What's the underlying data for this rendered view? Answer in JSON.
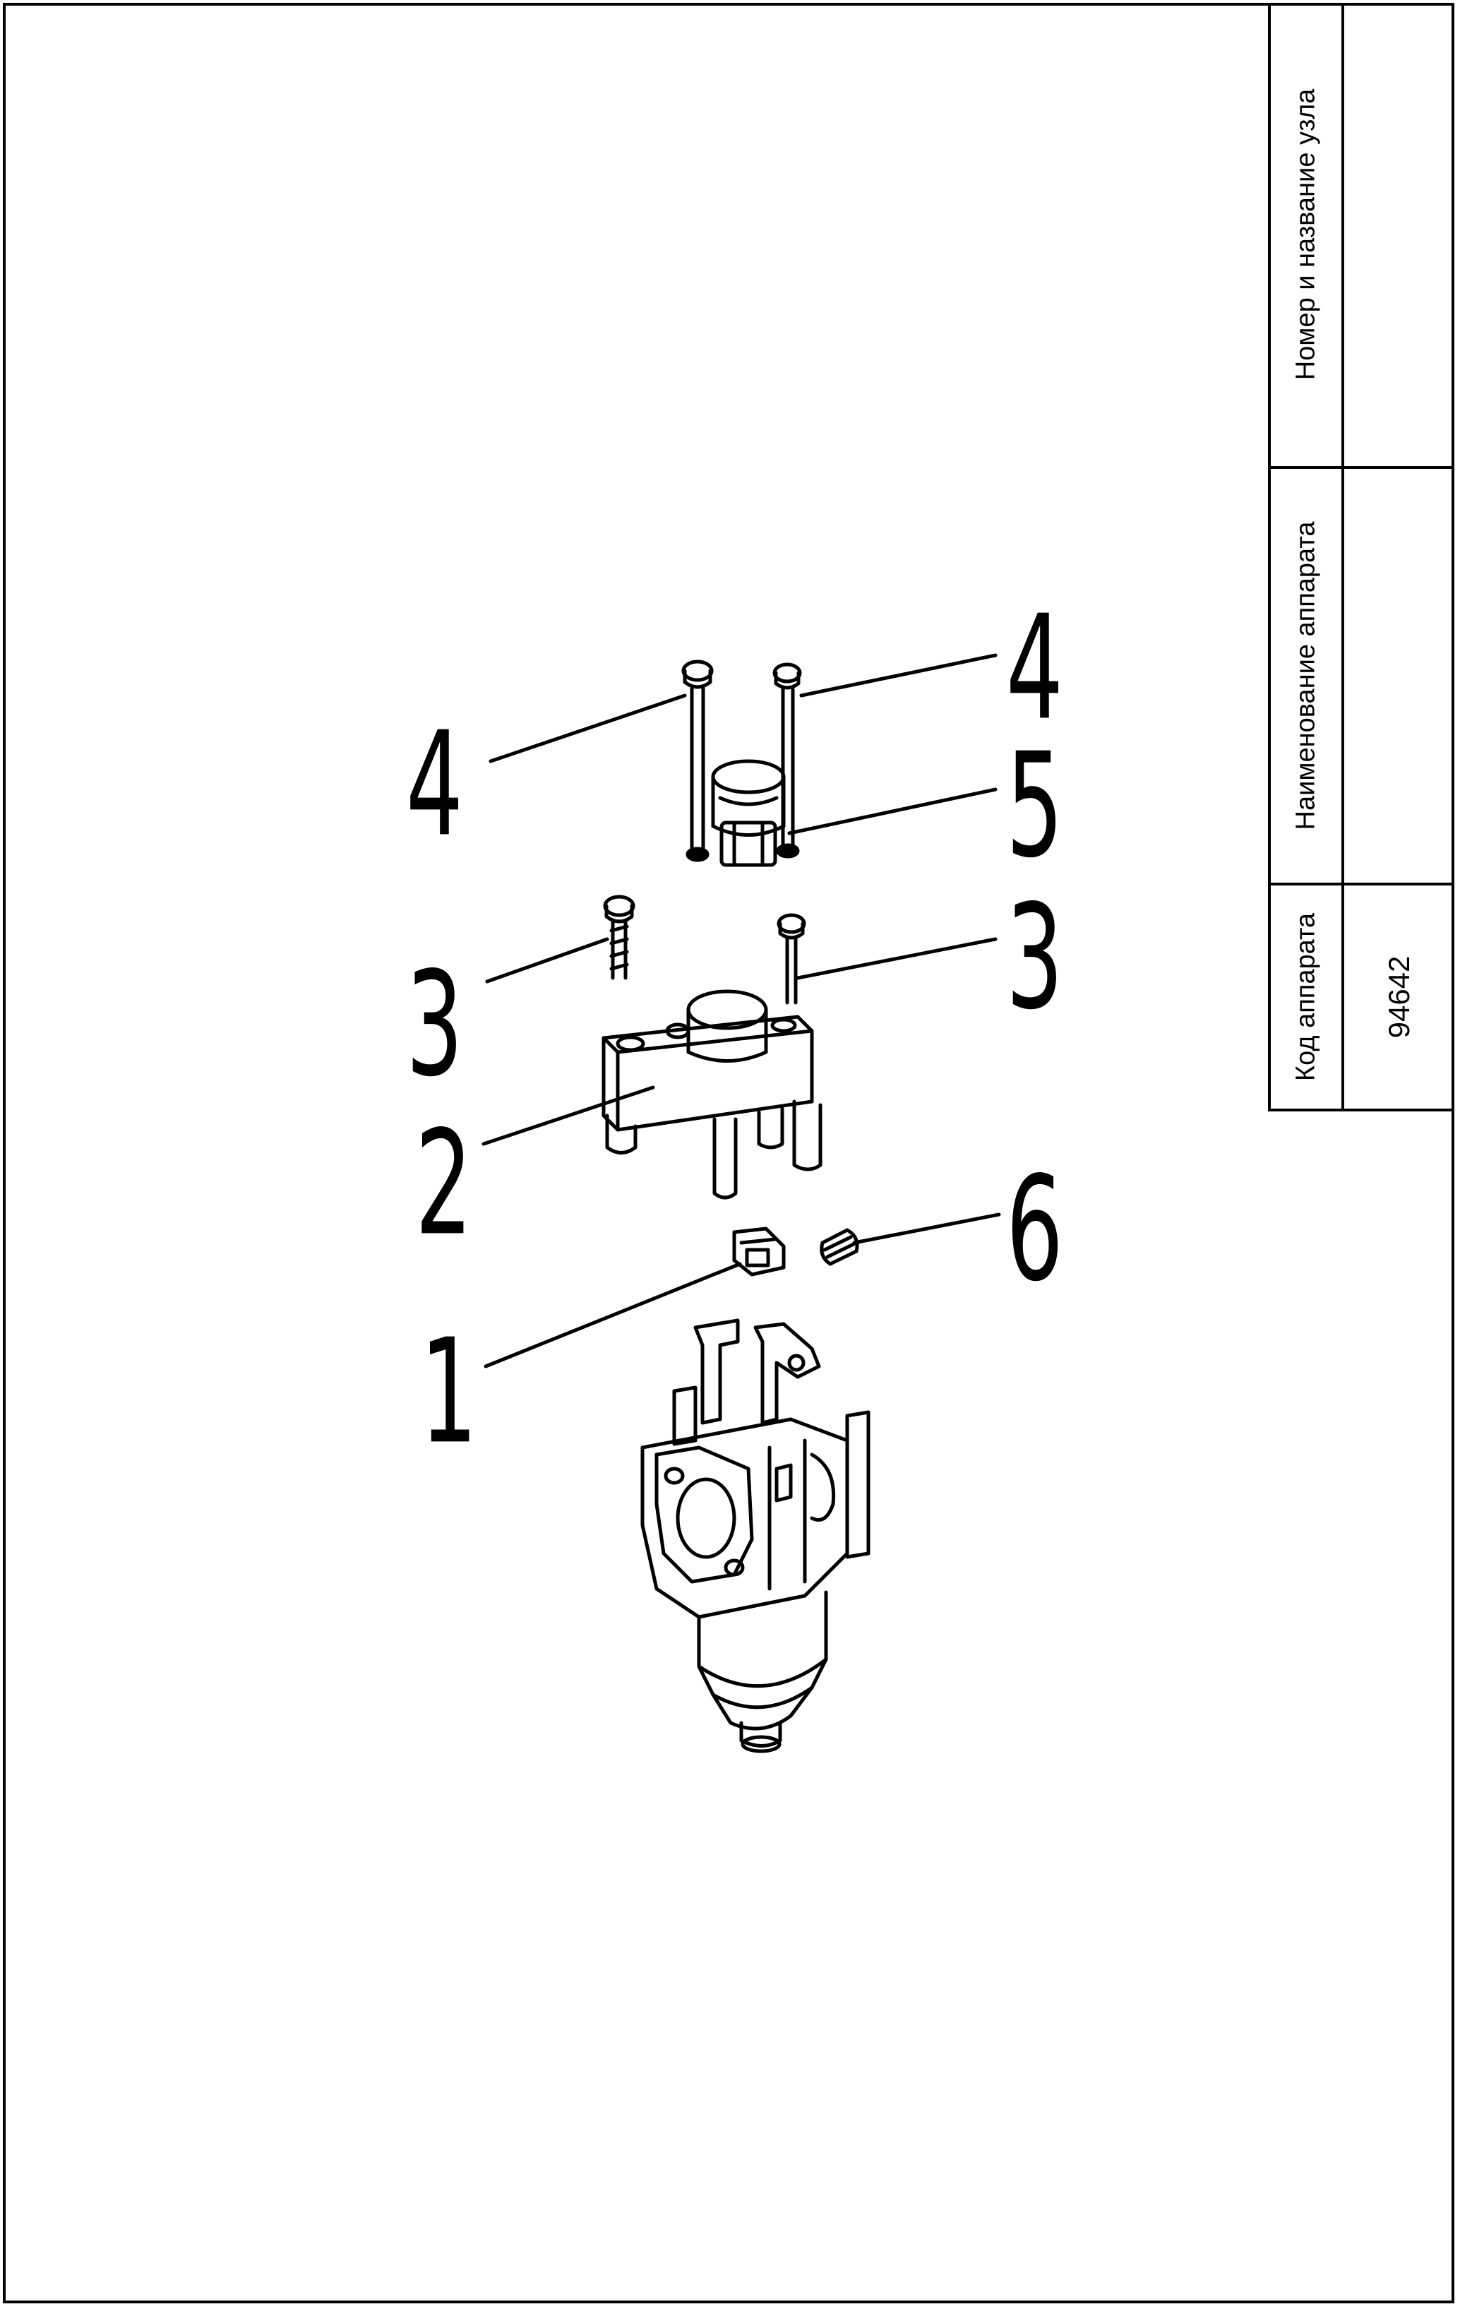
{
  "title_block": {
    "header_node": "Номер и название узла",
    "header_apparatus_name": "Наименование аппарата",
    "header_apparatus_code": "Код аппарата",
    "apparatus_code": "94642",
    "node_value": "",
    "apparatus_name_value": ""
  },
  "callouts": [
    "1",
    "2",
    "3",
    "3",
    "4",
    "4",
    "5",
    "6"
  ]
}
